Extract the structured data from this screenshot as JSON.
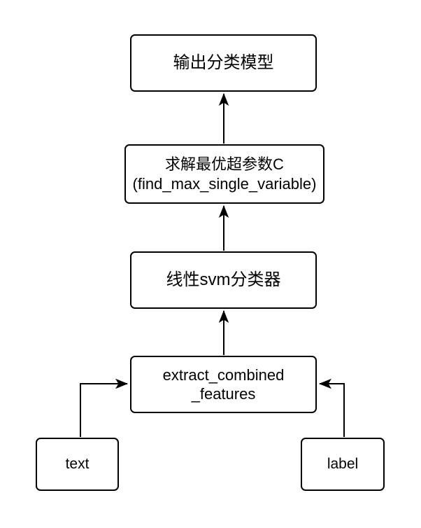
{
  "diagram": {
    "type": "flowchart",
    "title": "SVM text classification pipeline flowchart",
    "background_color": "#ffffff",
    "stroke_color": "#000000",
    "node_fill_color": "#ffffff",
    "nodes": [
      {
        "id": "output-model",
        "label": "输出分类模型",
        "shape": "rounded-rectangle",
        "level": 1
      },
      {
        "id": "find-c",
        "label": "求解最优超参数C\n(find_max_single_variable)",
        "shape": "rounded-rectangle",
        "level": 2
      },
      {
        "id": "linear-svm",
        "label": "线性svm分类器",
        "shape": "rounded-rectangle",
        "level": 3
      },
      {
        "id": "extract-features",
        "label": "extract_combined\n_features",
        "shape": "rounded-rectangle",
        "level": 4
      },
      {
        "id": "text",
        "label": "text",
        "shape": "rounded-rectangle",
        "level": 5
      },
      {
        "id": "label",
        "label": "label",
        "shape": "rounded-rectangle",
        "level": 5
      }
    ],
    "edges": [
      {
        "id": "edge-find-c-to-output-model",
        "from": "find-c",
        "to": "output-model",
        "direction": "up",
        "arrow": "to"
      },
      {
        "id": "edge-linear-svm-to-find-c",
        "from": "linear-svm",
        "to": "find-c",
        "direction": "up",
        "arrow": "to"
      },
      {
        "id": "edge-extract-features-to-linear-svm",
        "from": "extract-features",
        "to": "linear-svm",
        "direction": "up",
        "arrow": "to"
      },
      {
        "id": "edge-text-to-extract-features",
        "from": "text",
        "to": "extract-features",
        "direction": "up-right",
        "arrow": "to"
      },
      {
        "id": "edge-label-to-extract-features",
        "from": "label",
        "to": "extract-features",
        "direction": "up-left",
        "arrow": "to"
      }
    ]
  }
}
